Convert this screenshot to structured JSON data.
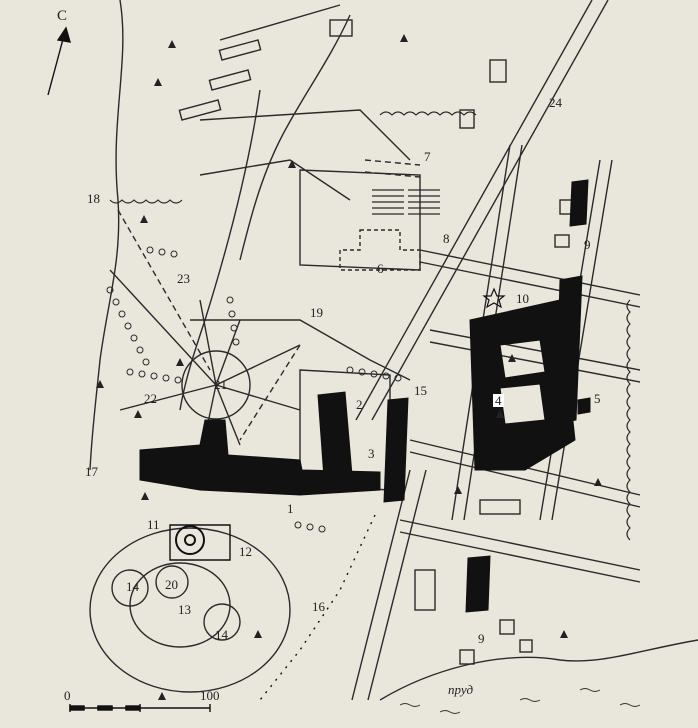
{
  "compass": {
    "label": "С"
  },
  "scale": {
    "start": "0",
    "end": "100"
  },
  "water": {
    "pond": "пруд"
  },
  "map_labels": [
    {
      "id": "1",
      "text": "1"
    },
    {
      "id": "2",
      "text": "2"
    },
    {
      "id": "3",
      "text": "3"
    },
    {
      "id": "4",
      "text": "4"
    },
    {
      "id": "5",
      "text": "5"
    },
    {
      "id": "6",
      "text": "6"
    },
    {
      "id": "7",
      "text": "7"
    },
    {
      "id": "8",
      "text": "8"
    },
    {
      "id": "9a",
      "text": "9"
    },
    {
      "id": "9b",
      "text": "9"
    },
    {
      "id": "10",
      "text": "10"
    },
    {
      "id": "11",
      "text": "11"
    },
    {
      "id": "12",
      "text": "12"
    },
    {
      "id": "13",
      "text": "13"
    },
    {
      "id": "14a",
      "text": "14"
    },
    {
      "id": "14b",
      "text": "14"
    },
    {
      "id": "15",
      "text": "15"
    },
    {
      "id": "16",
      "text": "16"
    },
    {
      "id": "17",
      "text": "17"
    },
    {
      "id": "18",
      "text": "18"
    },
    {
      "id": "19",
      "text": "19"
    },
    {
      "id": "20",
      "text": "20"
    },
    {
      "id": "21",
      "text": "21"
    },
    {
      "id": "22",
      "text": "22"
    },
    {
      "id": "23",
      "text": "23"
    },
    {
      "id": "24",
      "text": "24"
    }
  ]
}
